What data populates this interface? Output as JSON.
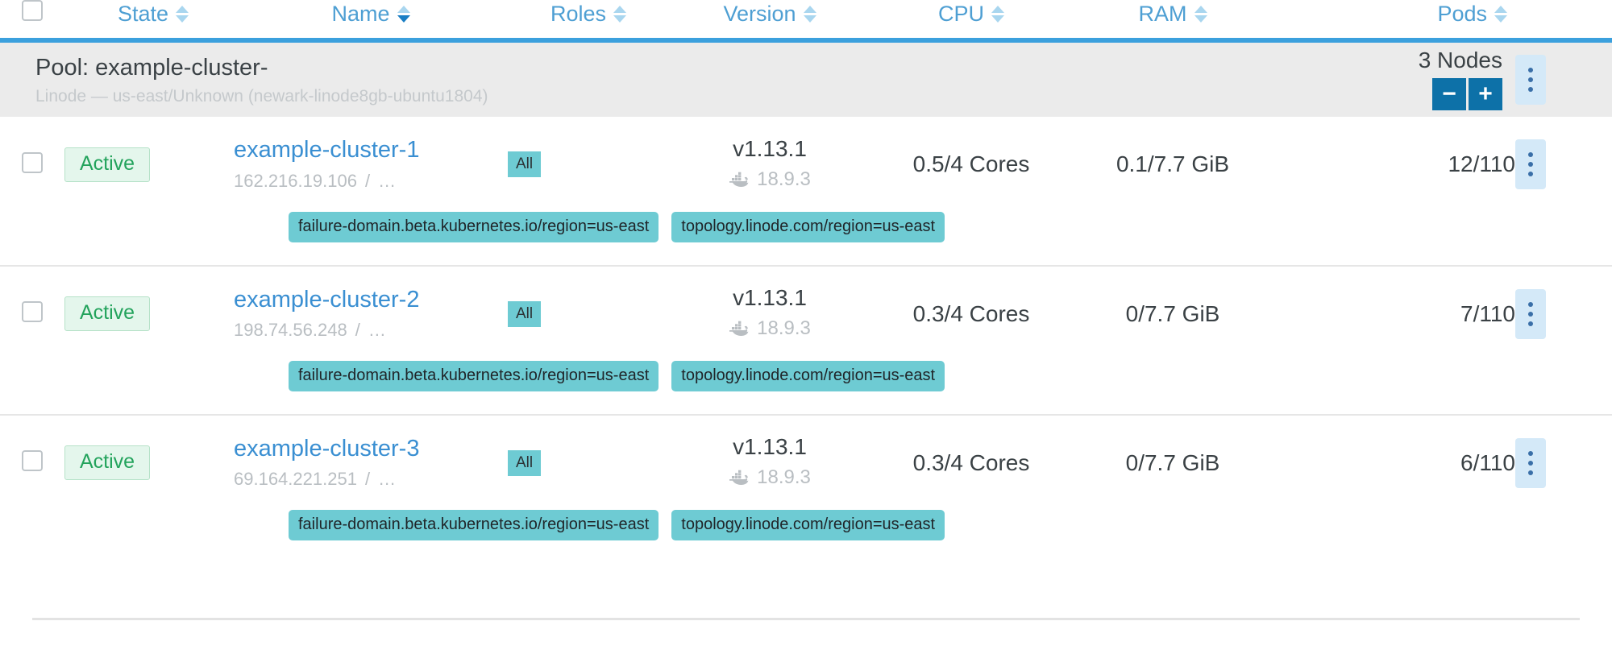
{
  "table": {
    "columns": [
      {
        "key": "state",
        "label": "State",
        "sortable": true,
        "sorted": false
      },
      {
        "key": "name",
        "label": "Name",
        "sortable": true,
        "sorted": true,
        "direction": "desc"
      },
      {
        "key": "roles",
        "label": "Roles",
        "sortable": true,
        "sorted": false
      },
      {
        "key": "version",
        "label": "Version",
        "sortable": true,
        "sorted": false
      },
      {
        "key": "cpu",
        "label": "CPU",
        "sortable": true,
        "sorted": false
      },
      {
        "key": "ram",
        "label": "RAM",
        "sortable": true,
        "sorted": false
      },
      {
        "key": "pods",
        "label": "Pods",
        "sortable": true,
        "sorted": false
      }
    ],
    "select_all_checkbox": {
      "checked": false
    }
  },
  "pool": {
    "title": "Pool: example-cluster-",
    "subtitle": "Linode — us-east/Unknown (newark-linode8gb-ubuntu1804)",
    "node_count_label": "3 Nodes",
    "decrement_label": "−",
    "increment_label": "+",
    "menu_label": "⋮"
  },
  "nodes": [
    {
      "state": "Active",
      "name": "example-cluster-1",
      "ip": "162.216.19.106",
      "ip_separator": "/",
      "ip_more": "…",
      "roles": "All",
      "version": "v1.13.1",
      "docker_version": "18.9.3",
      "cpu": "0.5/4 Cores",
      "ram": "0.1/7.7 GiB",
      "pods": "12/110",
      "labels": [
        "failure-domain.beta.kubernetes.io/region=us-east",
        "topology.linode.com/region=us-east"
      ]
    },
    {
      "state": "Active",
      "name": "example-cluster-2",
      "ip": "198.74.56.248",
      "ip_separator": "/",
      "ip_more": "…",
      "roles": "All",
      "version": "v1.13.1",
      "docker_version": "18.9.3",
      "cpu": "0.3/4 Cores",
      "ram": "0/7.7 GiB",
      "pods": "7/110",
      "labels": [
        "failure-domain.beta.kubernetes.io/region=us-east",
        "topology.linode.com/region=us-east"
      ]
    },
    {
      "state": "Active",
      "name": "example-cluster-3",
      "ip": "69.164.221.251",
      "ip_separator": "/",
      "ip_more": "…",
      "roles": "All",
      "version": "v1.13.1",
      "docker_version": "18.9.3",
      "cpu": "0.3/4 Cores",
      "ram": "0/7.7 GiB",
      "pods": "6/110",
      "labels": [
        "failure-domain.beta.kubernetes.io/region=us-east",
        "topology.linode.com/region=us-east"
      ]
    }
  ],
  "icons": {
    "docker": "docker-whale-icon",
    "kebab": "kebab-menu-icon",
    "sort": "sort-arrows-icon",
    "checkbox": "checkbox-icon"
  },
  "colors": {
    "header_text": "#4e9fd3",
    "header_underline": "#3ba0dd",
    "pool_band": "#ebebeb",
    "link": "#3a8fd2",
    "badge_text": "#23a35c",
    "badge_bg": "#e4f6ec",
    "chip_bg": "#6ecbd3",
    "button_blue": "#0d71a8",
    "kebab_bg": "#d4e9f8"
  }
}
